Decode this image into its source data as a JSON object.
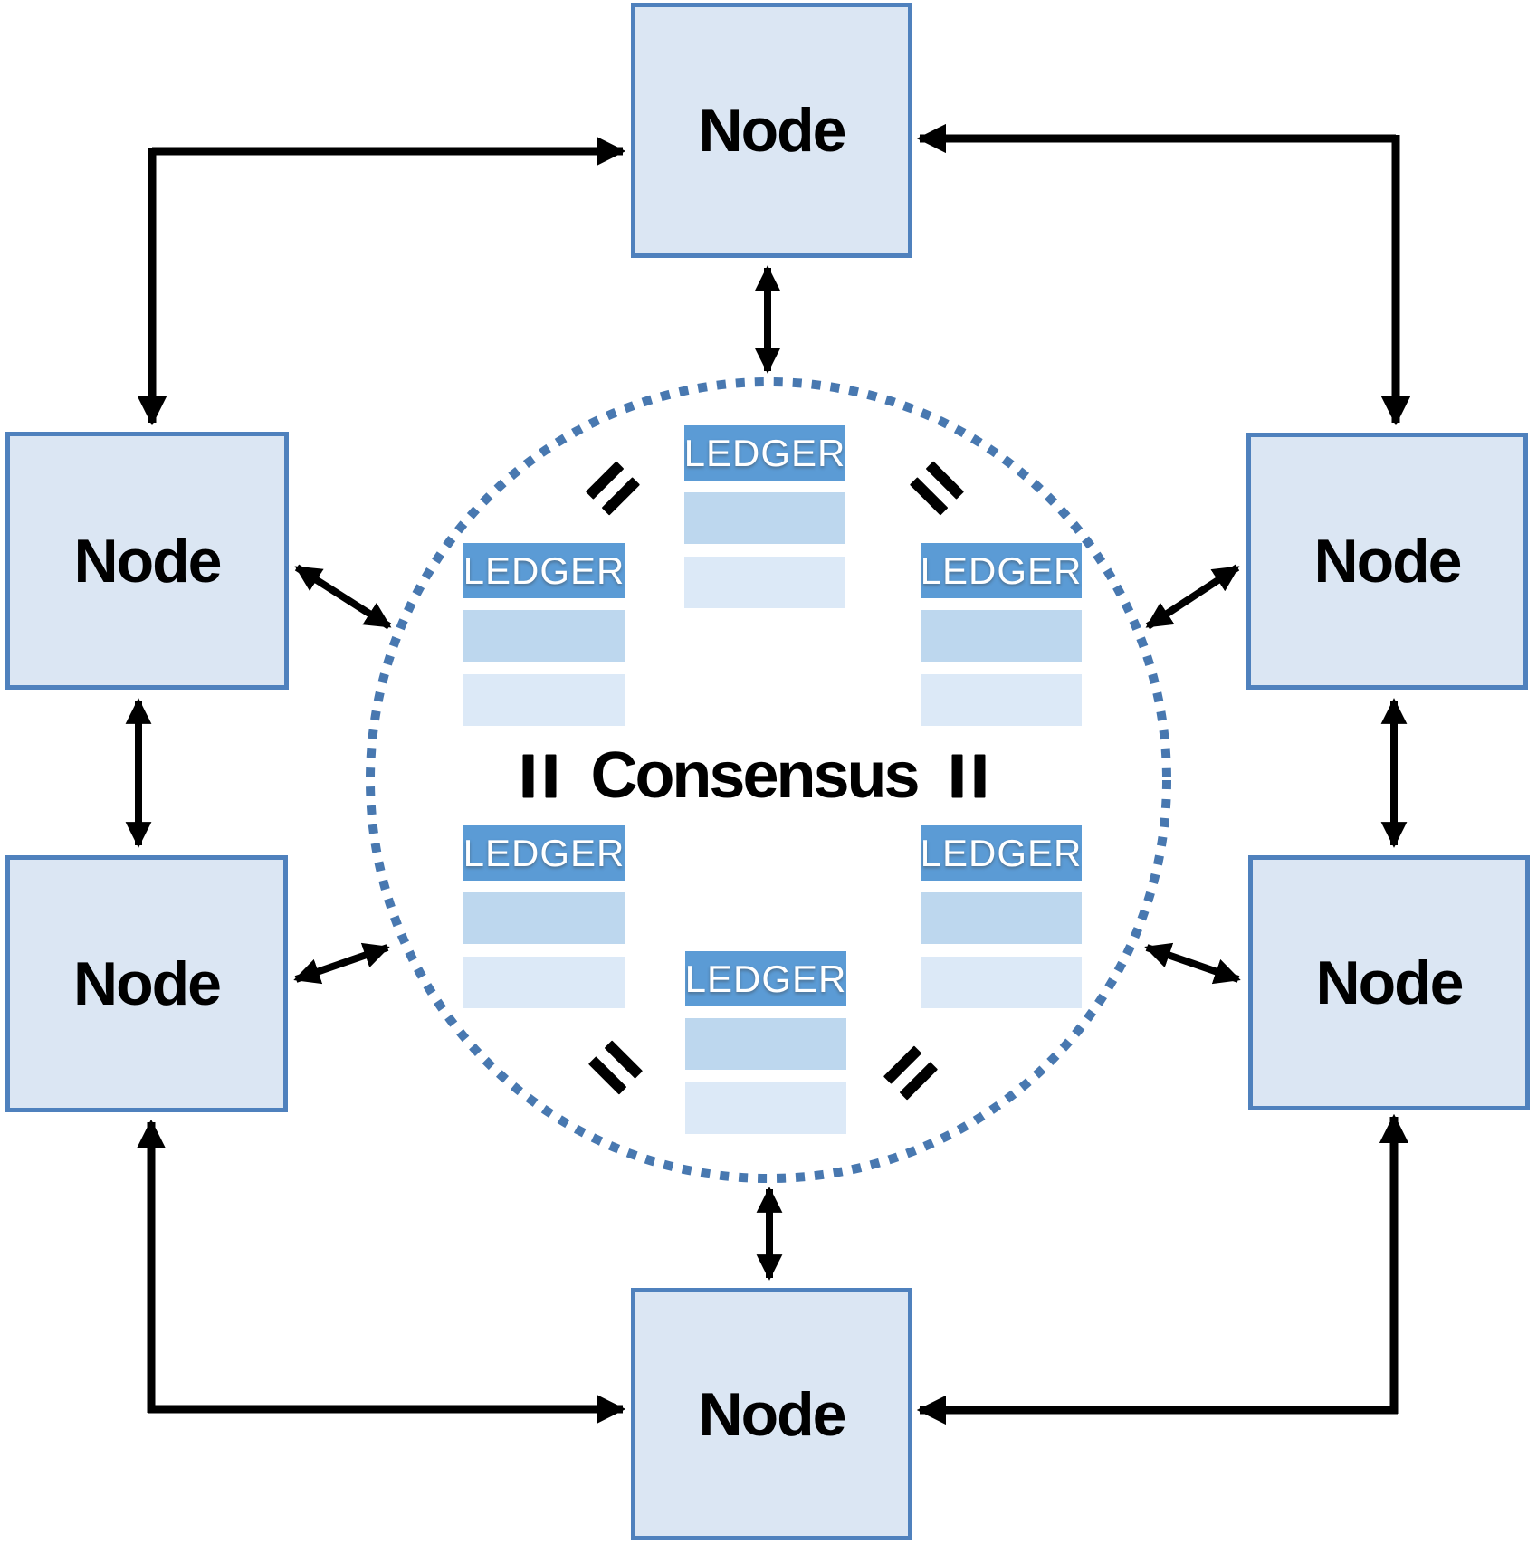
{
  "diagram": {
    "type": "blockchain-consensus-network",
    "center_label": "Consensus",
    "equivalence_symbol": "=",
    "nodes": [
      {
        "id": "top",
        "label": "Node"
      },
      {
        "id": "upper-left",
        "label": "Node"
      },
      {
        "id": "upper-right",
        "label": "Node"
      },
      {
        "id": "lower-left",
        "label": "Node"
      },
      {
        "id": "lower-right",
        "label": "Node"
      },
      {
        "id": "bottom",
        "label": "Node"
      }
    ],
    "ledgers": [
      {
        "id": "top-center",
        "label": "LEDGER"
      },
      {
        "id": "upper-left",
        "label": "LEDGER"
      },
      {
        "id": "upper-right",
        "label": "LEDGER"
      },
      {
        "id": "lower-left",
        "label": "LEDGER"
      },
      {
        "id": "lower-right",
        "label": "LEDGER"
      },
      {
        "id": "bottom-center",
        "label": "LEDGER"
      }
    ],
    "connections": {
      "node_to_node": "double-headed arrows between all adjacent nodes",
      "node_to_consensus": "double-headed arrows between each node and the consensus ring"
    },
    "colors": {
      "node_fill": "#dbe6f3",
      "node_border": "#4f81bd",
      "ledger_header": "#5b9bd5",
      "ledger_row_medium": "#bdd7ee",
      "ledger_row_light": "#dce9f7",
      "circle_dots": "#4878b0",
      "arrow": "#000000",
      "text": "#000000",
      "ledger_text": "#ffffff"
    }
  }
}
